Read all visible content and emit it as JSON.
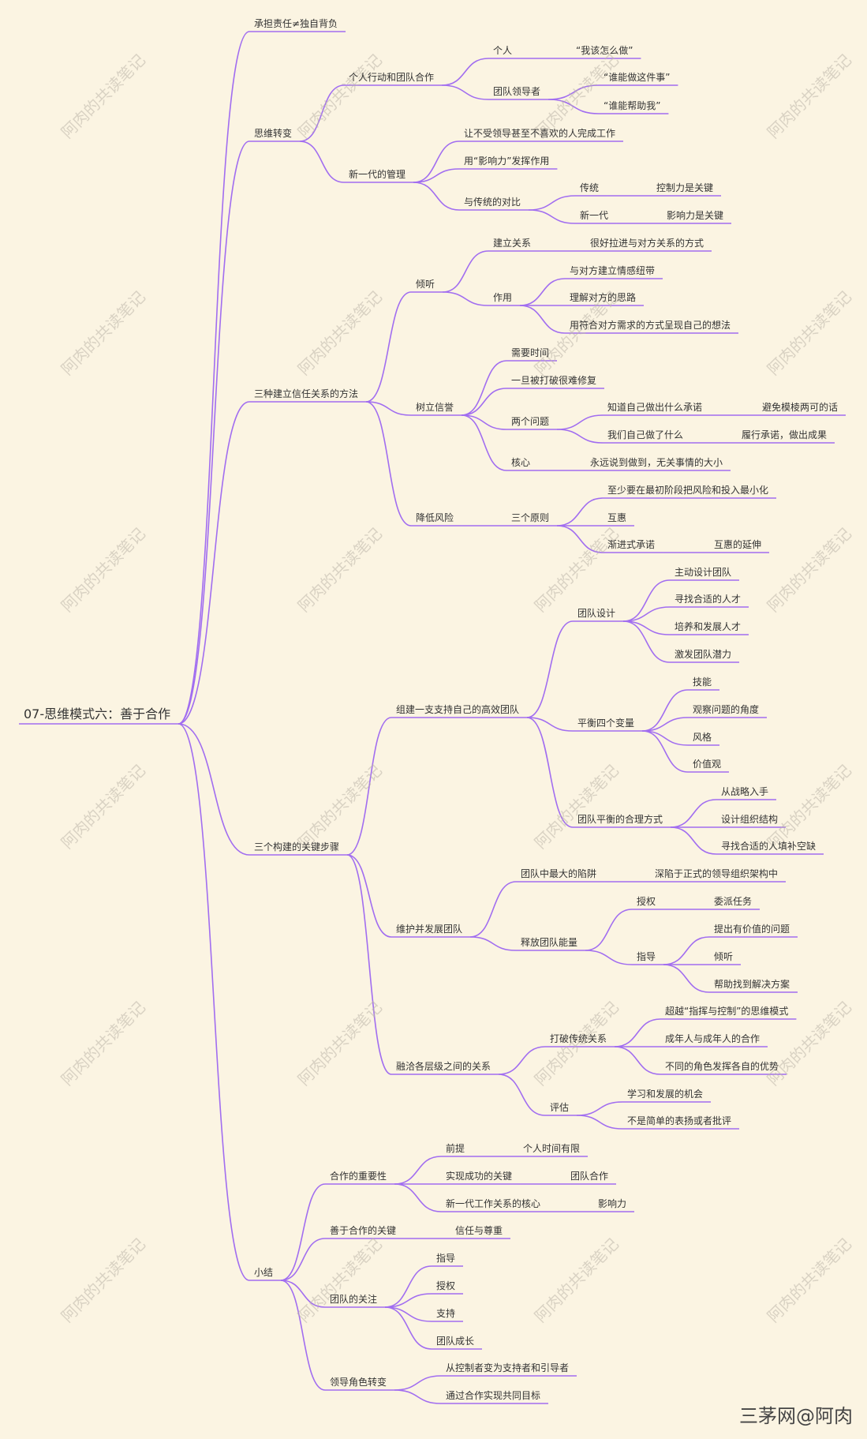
{
  "watermark": "阿肉的共读笔记",
  "credit": "三茅网@阿肉",
  "accent_color": "#a16df0",
  "background_color": "#fbf4e2",
  "root": {
    "id": "root",
    "label": "07-思维模式六：善于合作"
  },
  "nodes": [
    {
      "id": "n1",
      "parent": "root",
      "label": "承担责任≠独自背负"
    },
    {
      "id": "n2",
      "parent": "root",
      "label": "思维转变"
    },
    {
      "id": "n2a",
      "parent": "n2",
      "label": "个人行动和团队合作"
    },
    {
      "id": "n2a1",
      "parent": "n2a",
      "label": "个人"
    },
    {
      "id": "n2a1a",
      "parent": "n2a1",
      "label": "“我该怎么做”"
    },
    {
      "id": "n2a2",
      "parent": "n2a",
      "label": "团队领导者"
    },
    {
      "id": "n2a2a",
      "parent": "n2a2",
      "label": "“谁能做这件事”"
    },
    {
      "id": "n2a2b",
      "parent": "n2a2",
      "label": "“谁能帮助我”"
    },
    {
      "id": "n2b",
      "parent": "n2",
      "label": "新一代的管理"
    },
    {
      "id": "n2b1",
      "parent": "n2b",
      "label": "让不受领导甚至不喜欢的人完成工作"
    },
    {
      "id": "n2b2",
      "parent": "n2b",
      "label": "用“影响力”发挥作用"
    },
    {
      "id": "n2b3",
      "parent": "n2b",
      "label": "与传统的对比"
    },
    {
      "id": "n2b3a",
      "parent": "n2b3",
      "label": "传统"
    },
    {
      "id": "n2b3a1",
      "parent": "n2b3a",
      "label": "控制力是关键"
    },
    {
      "id": "n2b3b",
      "parent": "n2b3",
      "label": "新一代"
    },
    {
      "id": "n2b3b1",
      "parent": "n2b3b",
      "label": "影响力是关键"
    },
    {
      "id": "n3",
      "parent": "root",
      "label": "三种建立信任关系的方法"
    },
    {
      "id": "n3a",
      "parent": "n3",
      "label": "倾听"
    },
    {
      "id": "n3a1",
      "parent": "n3a",
      "label": "建立关系"
    },
    {
      "id": "n3a1a",
      "parent": "n3a1",
      "label": "很好拉进与对方关系的方式"
    },
    {
      "id": "n3a2",
      "parent": "n3a",
      "label": "作用"
    },
    {
      "id": "n3a2a",
      "parent": "n3a2",
      "label": "与对方建立情感纽带"
    },
    {
      "id": "n3a2b",
      "parent": "n3a2",
      "label": "理解对方的思路"
    },
    {
      "id": "n3a2c",
      "parent": "n3a2",
      "label": "用符合对方需求的方式呈现自己的想法"
    },
    {
      "id": "n3b",
      "parent": "n3",
      "label": "树立信誉"
    },
    {
      "id": "n3b1",
      "parent": "n3b",
      "label": "需要时间"
    },
    {
      "id": "n3b2",
      "parent": "n3b",
      "label": "一旦被打破很难修复"
    },
    {
      "id": "n3b3",
      "parent": "n3b",
      "label": "两个问题"
    },
    {
      "id": "n3b3a",
      "parent": "n3b3",
      "label": "知道自己做出什么承诺"
    },
    {
      "id": "n3b3a1",
      "parent": "n3b3a",
      "label": "避免模棱两可的话"
    },
    {
      "id": "n3b3b",
      "parent": "n3b3",
      "label": "我们自己做了什么"
    },
    {
      "id": "n3b3b1",
      "parent": "n3b3b",
      "label": "履行承诺，做出成果"
    },
    {
      "id": "n3b4",
      "parent": "n3b",
      "label": "核心"
    },
    {
      "id": "n3b4a",
      "parent": "n3b4",
      "label": "永远说到做到，无关事情的大小"
    },
    {
      "id": "n3c",
      "parent": "n3",
      "label": "降低风险"
    },
    {
      "id": "n3c1",
      "parent": "n3c",
      "label": "三个原则"
    },
    {
      "id": "n3c1a",
      "parent": "n3c1",
      "label": "至少要在最初阶段把风险和投入最小化"
    },
    {
      "id": "n3c1b",
      "parent": "n3c1",
      "label": "互惠"
    },
    {
      "id": "n3c1c",
      "parent": "n3c1",
      "label": "渐进式承诺"
    },
    {
      "id": "n3c1c1",
      "parent": "n3c1c",
      "label": "互惠的延伸"
    },
    {
      "id": "n4",
      "parent": "root",
      "label": "三个构建的关键步骤"
    },
    {
      "id": "n4a",
      "parent": "n4",
      "label": "组建一支支持自己的高效团队"
    },
    {
      "id": "n4a1",
      "parent": "n4a",
      "label": "团队设计"
    },
    {
      "id": "n4a1a",
      "parent": "n4a1",
      "label": "主动设计团队"
    },
    {
      "id": "n4a1b",
      "parent": "n4a1",
      "label": "寻找合适的人才"
    },
    {
      "id": "n4a1c",
      "parent": "n4a1",
      "label": "培养和发展人才"
    },
    {
      "id": "n4a1d",
      "parent": "n4a1",
      "label": "激发团队潜力"
    },
    {
      "id": "n4a2",
      "parent": "n4a",
      "label": "平衡四个变量"
    },
    {
      "id": "n4a2a",
      "parent": "n4a2",
      "label": "技能"
    },
    {
      "id": "n4a2b",
      "parent": "n4a2",
      "label": "观察问题的角度"
    },
    {
      "id": "n4a2c",
      "parent": "n4a2",
      "label": "风格"
    },
    {
      "id": "n4a2d",
      "parent": "n4a2",
      "label": "价值观"
    },
    {
      "id": "n4a3",
      "parent": "n4a",
      "label": "团队平衡的合理方式"
    },
    {
      "id": "n4a3a",
      "parent": "n4a3",
      "label": "从战略入手"
    },
    {
      "id": "n4a3b",
      "parent": "n4a3",
      "label": "设计组织结构"
    },
    {
      "id": "n4a3c",
      "parent": "n4a3",
      "label": "寻找合适的人填补空缺"
    },
    {
      "id": "n4b",
      "parent": "n4",
      "label": "维护并发展团队"
    },
    {
      "id": "n4b1",
      "parent": "n4b",
      "label": "团队中最大的陷阱"
    },
    {
      "id": "n4b1a",
      "parent": "n4b1",
      "label": "深陷于正式的领导组织架构中"
    },
    {
      "id": "n4b2",
      "parent": "n4b",
      "label": "释放团队能量"
    },
    {
      "id": "n4b2a",
      "parent": "n4b2",
      "label": "授权"
    },
    {
      "id": "n4b2a1",
      "parent": "n4b2a",
      "label": "委派任务"
    },
    {
      "id": "n4b2b",
      "parent": "n4b2",
      "label": "指导"
    },
    {
      "id": "n4b2b1",
      "parent": "n4b2b",
      "label": "提出有价值的问题"
    },
    {
      "id": "n4b2b2",
      "parent": "n4b2b",
      "label": "倾听"
    },
    {
      "id": "n4b2b3",
      "parent": "n4b2b",
      "label": "帮助找到解决方案"
    },
    {
      "id": "n4c",
      "parent": "n4",
      "label": "融洽各层级之间的关系"
    },
    {
      "id": "n4c1",
      "parent": "n4c",
      "label": "打破传统关系"
    },
    {
      "id": "n4c1a",
      "parent": "n4c1",
      "label": "超越“指挥与控制”的思维模式"
    },
    {
      "id": "n4c1b",
      "parent": "n4c1",
      "label": "成年人与成年人的合作"
    },
    {
      "id": "n4c1c",
      "parent": "n4c1",
      "label": "不同的角色发挥各自的优势"
    },
    {
      "id": "n4c2",
      "parent": "n4c",
      "label": "评估"
    },
    {
      "id": "n4c2a",
      "parent": "n4c2",
      "label": "学习和发展的机会"
    },
    {
      "id": "n4c2b",
      "parent": "n4c2",
      "label": "不是简单的表扬或者批评"
    },
    {
      "id": "n5",
      "parent": "root",
      "label": "小结"
    },
    {
      "id": "n5a",
      "parent": "n5",
      "label": "合作的重要性"
    },
    {
      "id": "n5a1",
      "parent": "n5a",
      "label": "前提"
    },
    {
      "id": "n5a1a",
      "parent": "n5a1",
      "label": "个人时间有限"
    },
    {
      "id": "n5a2",
      "parent": "n5a",
      "label": "实现成功的关键"
    },
    {
      "id": "n5a2a",
      "parent": "n5a2",
      "label": "团队合作"
    },
    {
      "id": "n5a3",
      "parent": "n5a",
      "label": "新一代工作关系的核心"
    },
    {
      "id": "n5a3a",
      "parent": "n5a3",
      "label": "影响力"
    },
    {
      "id": "n5b",
      "parent": "n5",
      "label": "善于合作的关键"
    },
    {
      "id": "n5b1",
      "parent": "n5b",
      "label": "信任与尊重"
    },
    {
      "id": "n5c",
      "parent": "n5",
      "label": "团队的关注"
    },
    {
      "id": "n5c1",
      "parent": "n5c",
      "label": "指导"
    },
    {
      "id": "n5c2",
      "parent": "n5c",
      "label": "授权"
    },
    {
      "id": "n5c3",
      "parent": "n5c",
      "label": "支持"
    },
    {
      "id": "n5c4",
      "parent": "n5c",
      "label": "团队成长"
    },
    {
      "id": "n5d",
      "parent": "n5",
      "label": "领导角色转变"
    },
    {
      "id": "n5d1",
      "parent": "n5d",
      "label": "从控制者变为支持者和引导者"
    },
    {
      "id": "n5d2",
      "parent": "n5d",
      "label": "通过合作实现共同目标"
    }
  ]
}
